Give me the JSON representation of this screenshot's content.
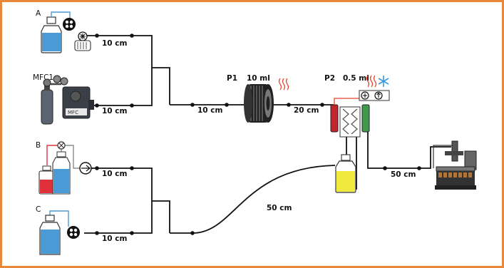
{
  "reservoirs": {
    "a": {
      "label": "A",
      "liquid_color": "#4a9ad6"
    },
    "mfc": {
      "label": "MFC1",
      "badge": "MFC"
    },
    "b": {
      "label": "B",
      "liquid_left": "#e0303a",
      "liquid_right": "#4a9ad6"
    },
    "c": {
      "label": "C",
      "liquid_color": "#4a9ad6"
    }
  },
  "tubing": {
    "a_out": "10 cm",
    "mfc_out": "10 cm",
    "b_out": "10 cm",
    "c_out": "10 cm",
    "merge_to_p1": "10 cm",
    "p1_to_p2": "20 cm",
    "long_loop": "50 cm",
    "p2_to_sampler": "50 cm"
  },
  "reactors": {
    "p1": {
      "label": "P1",
      "volume": "10 ml",
      "heating": true
    },
    "p2": {
      "label": "P2",
      "volume": "0.5 ml",
      "heating": true,
      "cooling": true
    }
  },
  "collection_vessel": {
    "liquid_color": "#f0ea3c"
  },
  "colors": {
    "frame": "#e8883a",
    "line": "#111111",
    "heat": "#e2452e",
    "cool": "#3a9bd9",
    "red_column": "#c0262c",
    "green_column": "#3f9a49"
  },
  "icons": [
    "bottle-icon",
    "peristaltic-pump-icon",
    "gas-cylinder-icon",
    "mass-flow-controller-icon",
    "valve-icon",
    "pump-icon",
    "coil-reactor-icon",
    "heating-icon",
    "cooling-icon",
    "heat-exchanger-icon",
    "autosampler-icon"
  ]
}
